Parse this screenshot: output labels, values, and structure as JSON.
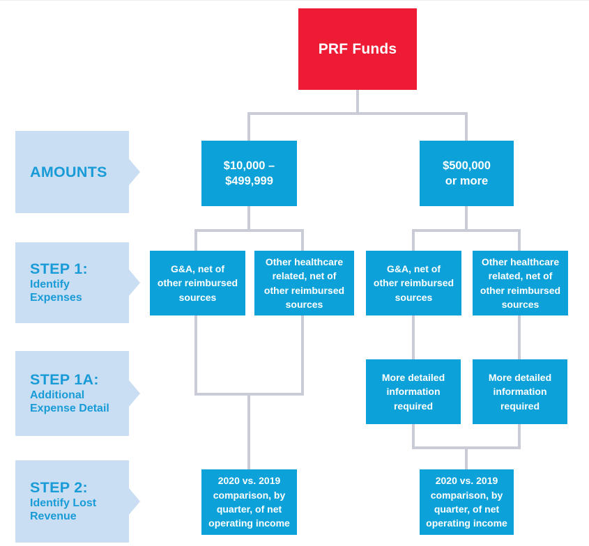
{
  "title_node": "PRF Funds",
  "row_labels": {
    "amounts": {
      "title": "AMOUNTS",
      "subtitle": ""
    },
    "step1": {
      "title": "STEP 1:",
      "subtitle": "Identify\nExpenses"
    },
    "step1a": {
      "title": "STEP 1A:",
      "subtitle": "Additional\nExpense Detail"
    },
    "step2": {
      "title": "STEP 2:",
      "subtitle": "Identify Lost\nRevenue"
    }
  },
  "branches": {
    "small": {
      "amount": "$10,000 –\n$499,999",
      "ga": "G&A, net of\nother reimbursed\nsources",
      "other": "Other healthcare\nrelated, net of\nother reimbursed\nsources",
      "lost_revenue": "2020 vs. 2019\ncomparison, by\nquarter, of net\noperating income"
    },
    "large": {
      "amount": "$500,000\nor more",
      "ga": "G&A, net of\nother reimbursed\nsources",
      "other": "Other healthcare\nrelated, net of\nother reimbursed\nsources",
      "detail_ga": "More detailed\ninformation\nrequired",
      "detail_other": "More detailed\ninformation\nrequired",
      "lost_revenue": "2020 vs. 2019\ncomparison, by\nquarter, of net\noperating income"
    }
  },
  "colors": {
    "node_red": "#ed1b34",
    "node_blue": "#0da1d9",
    "label_background": "#c9def2",
    "label_text": "#189bd7",
    "connector": "#c9ccd6",
    "node_text": "#ffffff"
  }
}
